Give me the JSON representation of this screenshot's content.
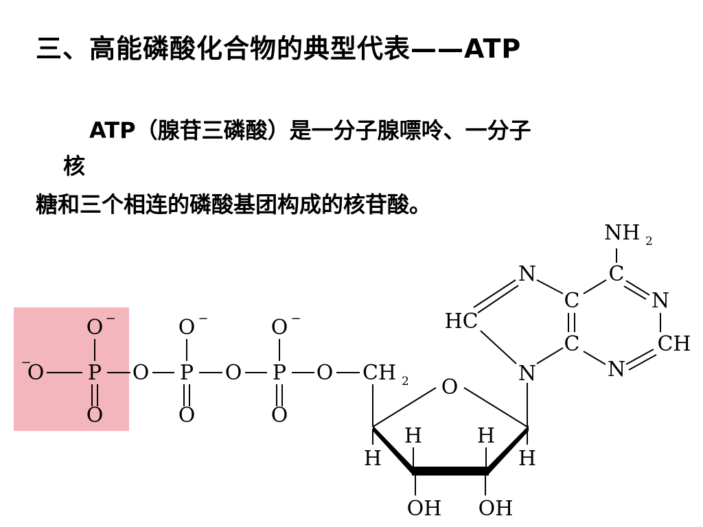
{
  "title": "三、高能磷酸化合物的典型代表——ATP",
  "paragraph": {
    "line1": "ATP（腺苷三磷酸）是一分子腺嘌呤、一分子",
    "line2": "核",
    "line3": "糖和三个相连的磷酸基团构成的核苷酸。"
  },
  "structure": {
    "highlight_color": "#f4b6bd",
    "phosphate_group": {
      "atom_o": "O",
      "atom_p": "P",
      "charge": "−"
    },
    "ch2": {
      "main": "CH",
      "sub": "2"
    },
    "ribose": {
      "ring_o": "O",
      "h": "H",
      "oh": "OH"
    },
    "adenine": {
      "nh2_main": "NH",
      "nh2_sub": "2",
      "n": "N",
      "c": "C",
      "hc": "HC",
      "ch": "CH"
    }
  }
}
